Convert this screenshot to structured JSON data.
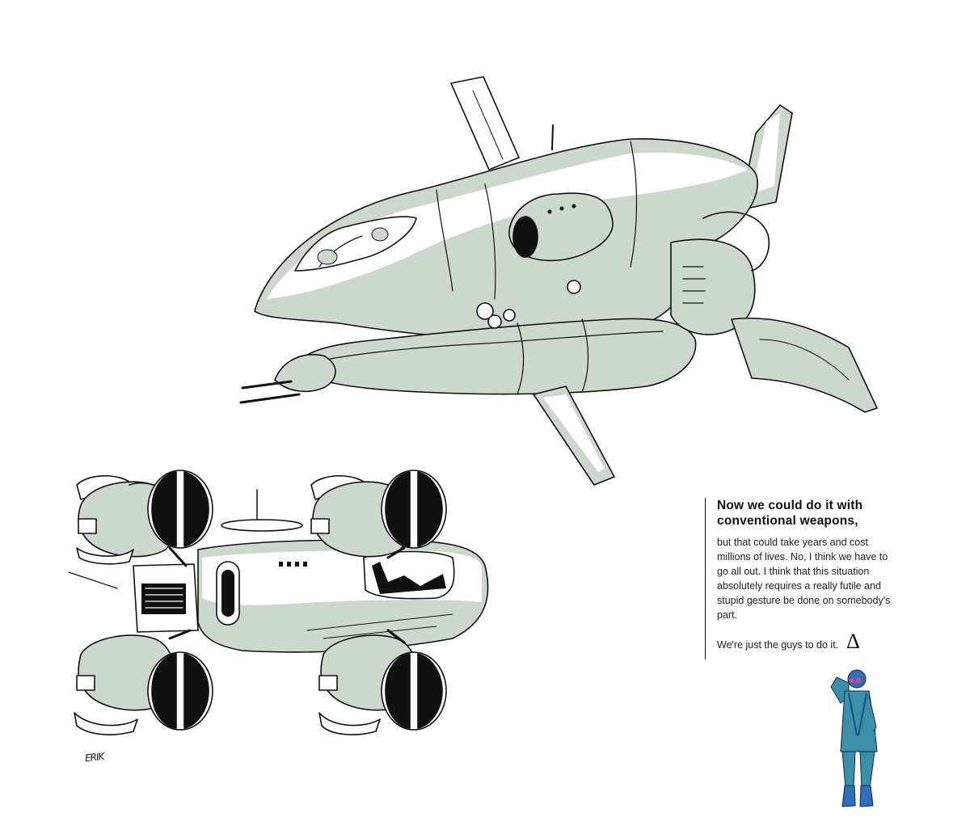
{
  "text_panel": {
    "headline": "Now we could do it with conventional weapons,",
    "body": "but that could take years and cost millions of lives. No, I think we have to go all out. I think that this situation absolutely requires a really futile and stupid gesture be done on somebody's part.",
    "closing": "We're just the guys to do it.",
    "symbol": "Δ"
  },
  "signature": "ERIK",
  "colors": {
    "ink": "#111111",
    "hull_shade": "#cbd8cb",
    "figure_blue": "#2f6fb8",
    "figure_teal": "#3b8fa8",
    "goggle_pink": "#e0409a"
  }
}
